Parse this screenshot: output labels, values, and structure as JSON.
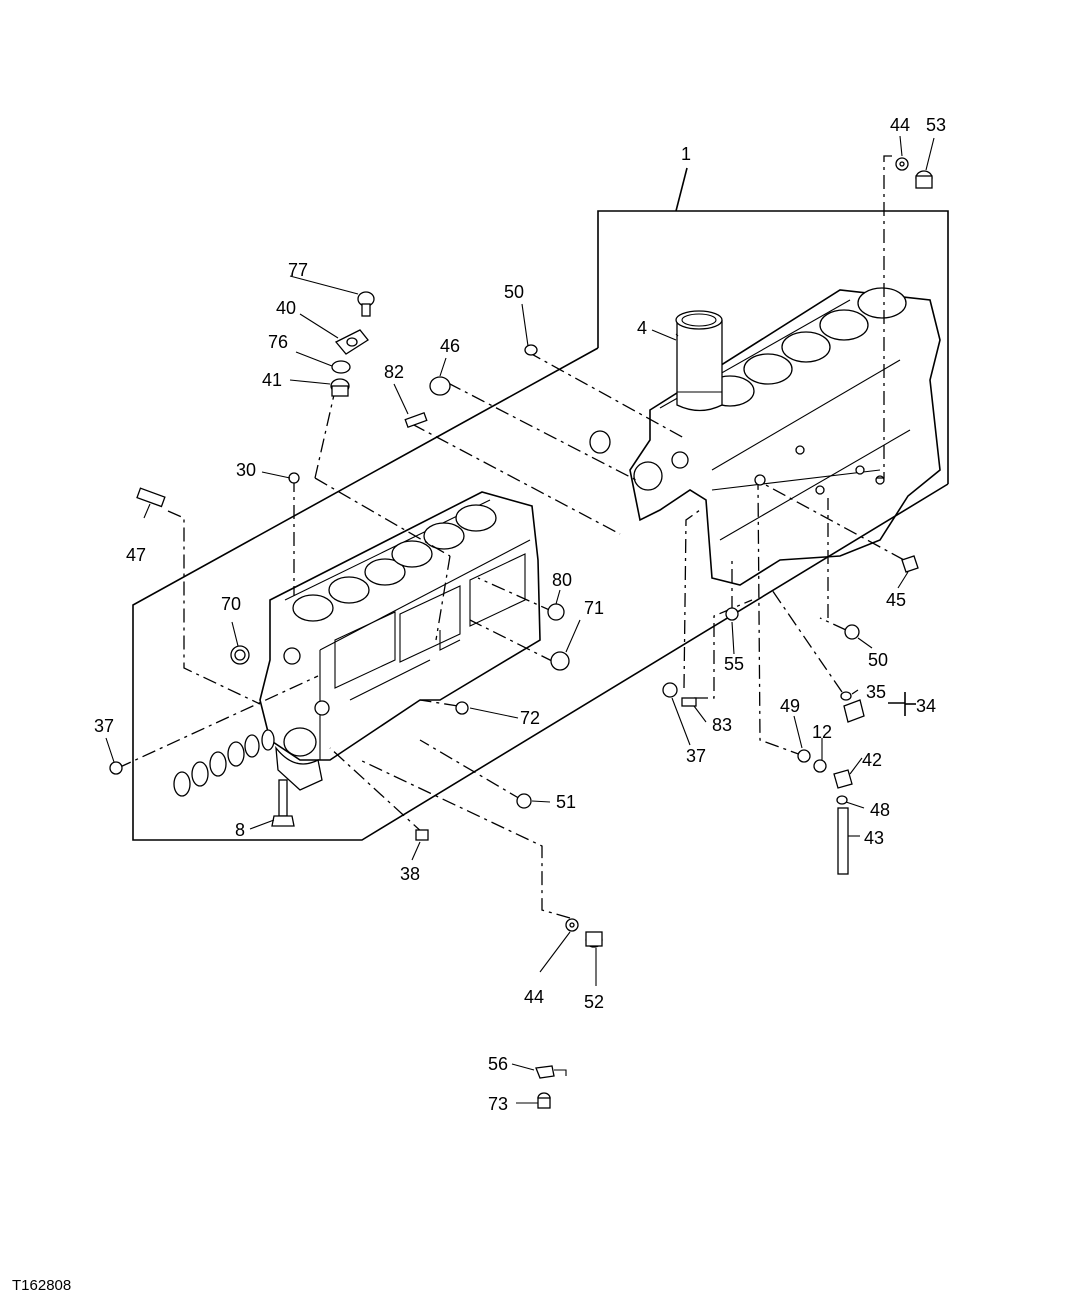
{
  "figure_id": "T162808",
  "callouts": [
    "1",
    "4",
    "8",
    "12",
    "30",
    "34",
    "35",
    "37",
    "37",
    "38",
    "40",
    "41",
    "42",
    "43",
    "44",
    "44",
    "45",
    "46",
    "47",
    "48",
    "49",
    "50",
    "50",
    "51",
    "52",
    "53",
    "55",
    "56",
    "70",
    "71",
    "72",
    "73",
    "76",
    "77",
    "80",
    "82",
    "83"
  ]
}
